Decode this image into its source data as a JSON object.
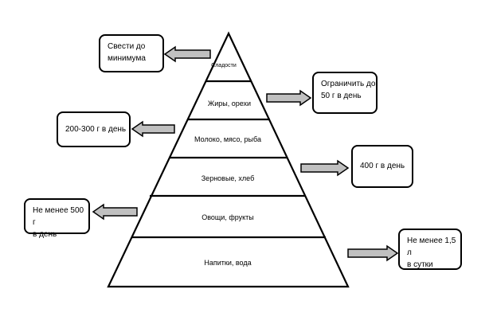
{
  "pyramid": {
    "levels": [
      {
        "label": "Сладости"
      },
      {
        "label": "Жиры, орехи"
      },
      {
        "label": "Молоко, мясо, рыба"
      },
      {
        "label": "Зерновые, хлеб"
      },
      {
        "label": "Овощи, фрукты"
      },
      {
        "label": "Напитки, вода"
      }
    ]
  },
  "notes": [
    {
      "text": "Свести до\nминимума",
      "arrow": "left"
    },
    {
      "text": "Ограничить до\n50 г в день",
      "arrow": "right"
    },
    {
      "text": "200-300 г в день",
      "arrow": "left"
    },
    {
      "text": "400 г в день",
      "arrow": "right"
    },
    {
      "text": "Не менее 500 г\nв день",
      "arrow": "left"
    },
    {
      "text": "Не менее 1,5 л\nв сутки",
      "arrow": "right"
    }
  ],
  "colors": {
    "arrow_fill": "#c0c0c0",
    "stroke": "#000000"
  }
}
